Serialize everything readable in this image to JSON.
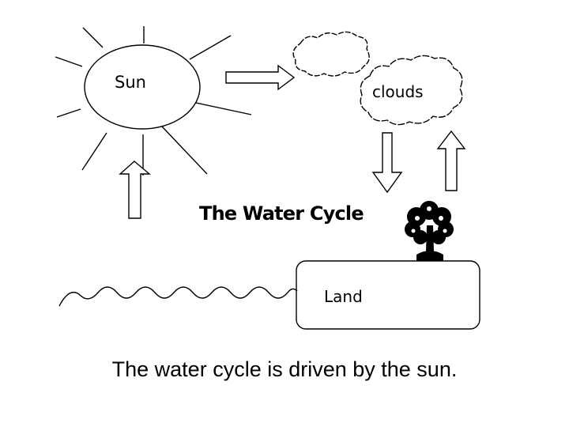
{
  "diagram": {
    "title": "The Water Cycle",
    "nodes": {
      "sun": {
        "label": "Sun"
      },
      "clouds": {
        "label": "clouds"
      },
      "land": {
        "label": "Land"
      }
    }
  },
  "caption": "The water cycle is driven by the sun."
}
